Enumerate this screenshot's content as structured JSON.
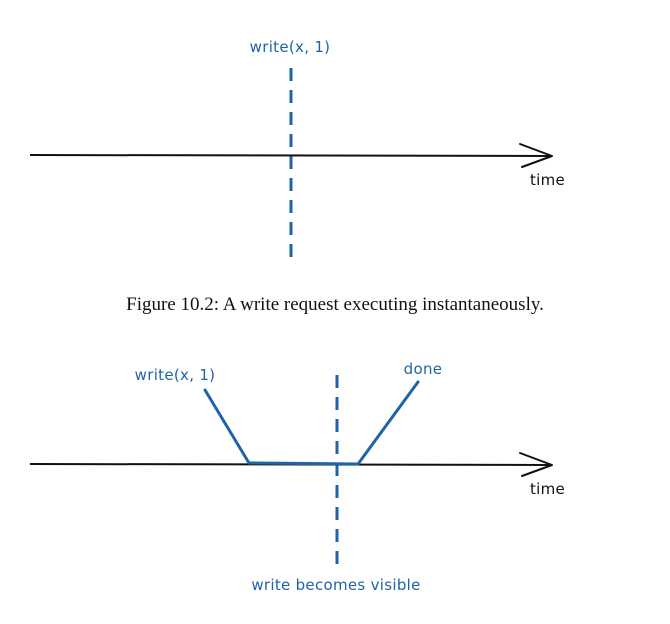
{
  "figure_top": {
    "label_write": "write(x, 1)",
    "axis_label": "time",
    "colors": {
      "annotation": "#1f64a8",
      "axis": "#111111"
    }
  },
  "caption": "Figure 10.2: A write request executing instantaneously.",
  "figure_bottom": {
    "label_write": "write(x, 1)",
    "label_done": "done",
    "axis_label": "time",
    "label_visible": "write becomes visible",
    "colors": {
      "annotation": "#1f64a8",
      "axis": "#111111"
    }
  }
}
